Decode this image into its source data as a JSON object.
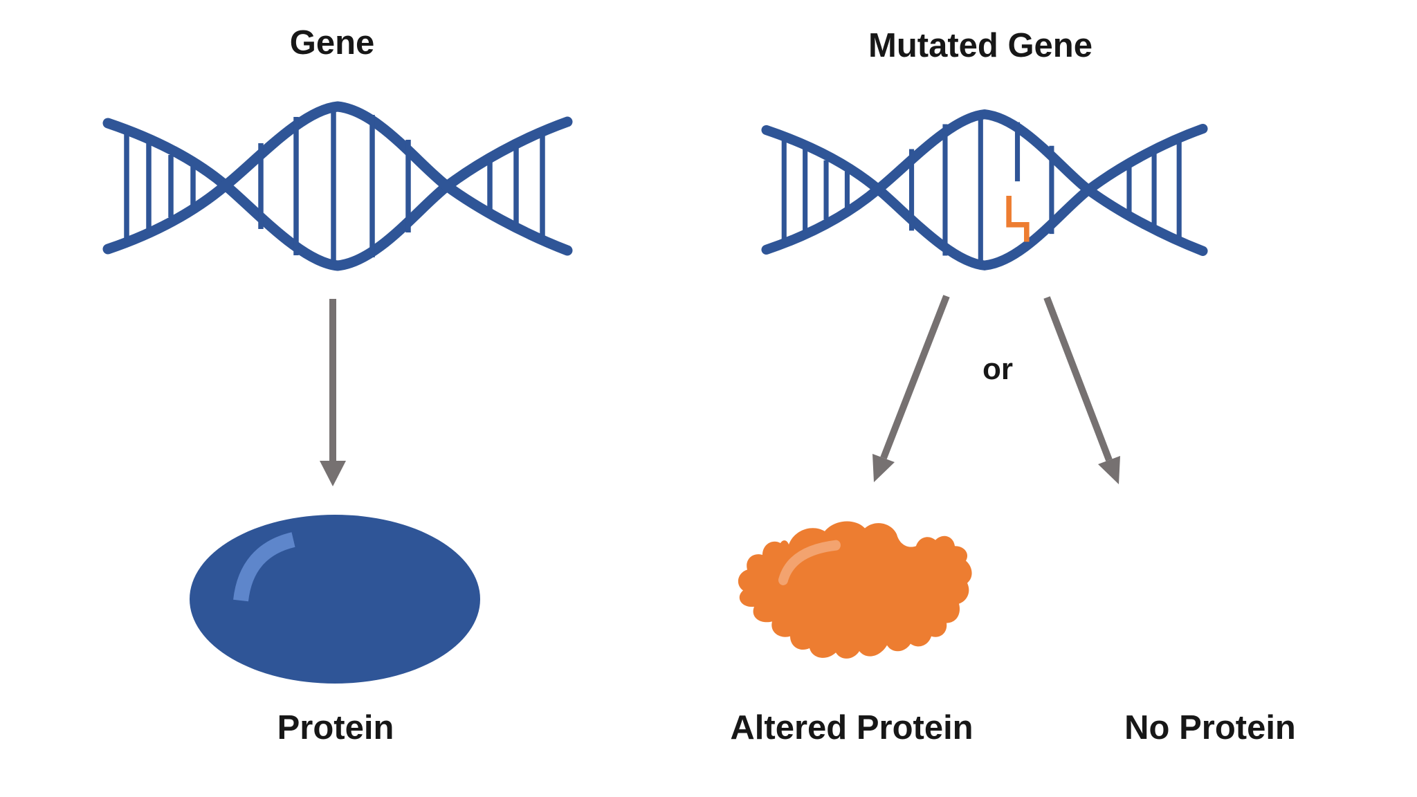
{
  "titles": {
    "gene": "Gene",
    "mutated_gene": "Mutated Gene"
  },
  "labels": {
    "protein": "Protein",
    "altered_protein": "Altered Protein",
    "no_protein": "No Protein",
    "or": "or"
  },
  "icons": {
    "gene": "dna-double-helix-icon",
    "mutated_gene": "dna-double-helix-mutated-icon",
    "protein": "protein-ellipse-icon",
    "altered_protein": "altered-protein-blob-icon"
  },
  "colors": {
    "dna_blue": "#2F5597",
    "mutation_orange": "#ED7D31",
    "protein_blue": "#2F5597",
    "protein_highlight": "#5E86CB",
    "altered_orange": "#ED7D31",
    "altered_highlight": "#F3A36F",
    "arrow_gray": "#767171",
    "text": "#171717",
    "background": "#FFFFFF"
  }
}
